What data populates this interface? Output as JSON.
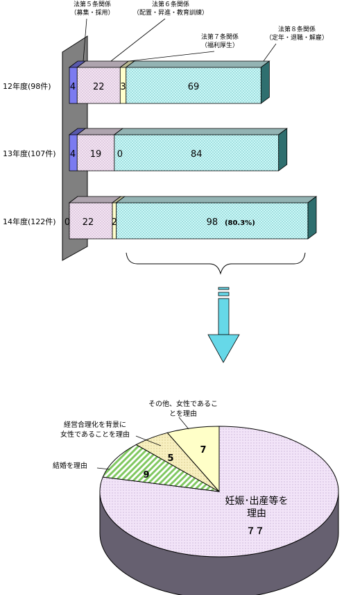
{
  "chart_data": [
    {
      "type": "bar",
      "orientation": "horizontal",
      "stacked": true,
      "categories": [
        "12年度(98件)",
        "13年度(107件)",
        "14年度(122件)"
      ],
      "series": [
        {
          "name": "法第５条関係\n（募集・採用）",
          "values": [
            4,
            4,
            0
          ],
          "color": "#7b7bf0"
        },
        {
          "name": "法第６条関係\n（配置・昇進・教育訓練）",
          "values": [
            22,
            19,
            22
          ],
          "color": "#f2e4f2"
        },
        {
          "name": "法第７条関係\n（福利厚生）",
          "values": [
            3,
            0,
            2
          ],
          "color": "#ffffcc"
        },
        {
          "name": "法第８条関係\n（定年・退職・解雇）",
          "values": [
            69,
            84,
            98
          ],
          "color": "#ccf8f8"
        }
      ],
      "annotations": [
        "(80.3%)"
      ]
    },
    {
      "type": "pie",
      "labels": [
        "妊娠･出産等を\n理由",
        "結婚を理由",
        "経営合理化を背景に\n女性であることを理由",
        "その他、女性であるこ\nとを理由"
      ],
      "values": [
        77,
        9,
        5,
        7
      ],
      "value_labels": [
        "７７",
        "9",
        "5",
        "7"
      ],
      "colors": [
        "#f2e4f8",
        "#ccf0b0",
        "#f8f0c0",
        "#ffffc8"
      ]
    }
  ]
}
